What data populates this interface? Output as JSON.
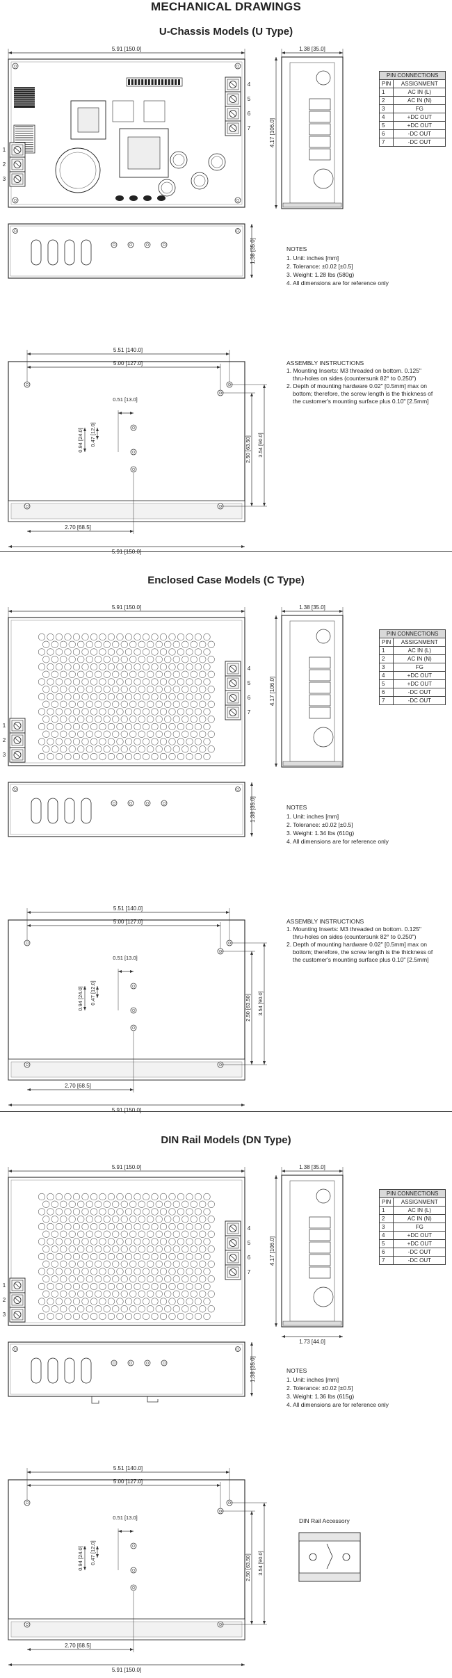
{
  "page_title": "MECHANICAL DRAWINGS",
  "sections": [
    {
      "title": "U-Chassis Models (U Type)",
      "width_dim": "5.91 [150.0]",
      "side_width_dim": "1.38 [35.0]",
      "side_height_dim": "4.17 [106.0]",
      "front_height_dim": "1.38 [35.0]",
      "notes_title": "NOTES",
      "notes": [
        "1. Unit: inches [mm]",
        "2. Tolerance: ±0.02 [±0.5]",
        "3. Weight: 1.28 lbs (580g)",
        "4. All dimensions are for reference only"
      ],
      "asm_title": "ASSEMBLY INSTRUCTIONS"
    },
    {
      "title": "Enclosed Case Models (C Type)",
      "width_dim": "5.91 [150.0]",
      "side_width_dim": "1.38 [35.0]",
      "side_height_dim": "4.17 [106.0]",
      "front_height_dim": "1.38 [35.0]",
      "notes_title": "NOTES",
      "notes": [
        "1. Unit: inches [mm]",
        "2. Tolerance: ±0.02 [±0.5]",
        "3. Weight: 1.34 lbs (610g)",
        "4. All dimensions are for reference only"
      ],
      "asm_title": "ASSEMBLY INSTRUCTIONS"
    },
    {
      "title": "DIN Rail Models (DN Type)",
      "width_dim": "5.91 [150.0]",
      "side_width_dim": "1.38 [35.0]",
      "side_height_dim": "4.17 [106.0]",
      "side_bottom_dim": "1.73 [44.0]",
      "front_height_dim": "1.38 [35.0]",
      "notes_title": "NOTES",
      "notes": [
        "1. Unit: inches [mm]",
        "2. Tolerance: ±0.02 [±0.5]",
        "3. Weight: 1.36 lbs (615g)",
        "4. All dimensions are for reference only"
      ],
      "accessory_label": "DIN Rail Accessory"
    }
  ],
  "assembly": {
    "line1a": "1. Mounting Inserts: M3 threaded on bottom. 0.125\"",
    "line1b": "thru-holes on sides (countersunk 82° to 0.250\")",
    "line2a": "2. Depth of mounting hardware 0.02\" [0.5mm] max on",
    "line2b": "bottom; therefore, the screw length is the thickness of",
    "line2c": "the customer's mounting surface plus 0.10\" [2.5mm]"
  },
  "bottom_dims": {
    "outer_width": "5.51 [140.0]",
    "inner_width": "5.00 [127.0]",
    "small_offset": "0.51 [13.0]",
    "h1": "0.94 [24.0]",
    "h2": "0.47 [12.0]",
    "v1": "2.50 [63.50]",
    "v2": "3.54 [90.0]",
    "bottom_offset": "2.70 [68.5]",
    "overall_width": "5.91 [150.0]"
  },
  "pin_table": {
    "header": "PIN CONNECTIONS",
    "col_pin": "PIN",
    "col_assignment": "ASSIGNMENT",
    "rows": [
      {
        "pin": "1",
        "assignment": "AC IN (L)"
      },
      {
        "pin": "2",
        "assignment": "AC IN (N)"
      },
      {
        "pin": "3",
        "assignment": "FG"
      },
      {
        "pin": "4",
        "assignment": "+DC OUT"
      },
      {
        "pin": "5",
        "assignment": "+DC OUT"
      },
      {
        "pin": "6",
        "assignment": "-DC OUT"
      },
      {
        "pin": "7",
        "assignment": "-DC OUT"
      }
    ]
  },
  "pin_labels_left": [
    "1",
    "2",
    "3"
  ],
  "pin_labels_right": [
    "4",
    "5",
    "6",
    "7"
  ]
}
